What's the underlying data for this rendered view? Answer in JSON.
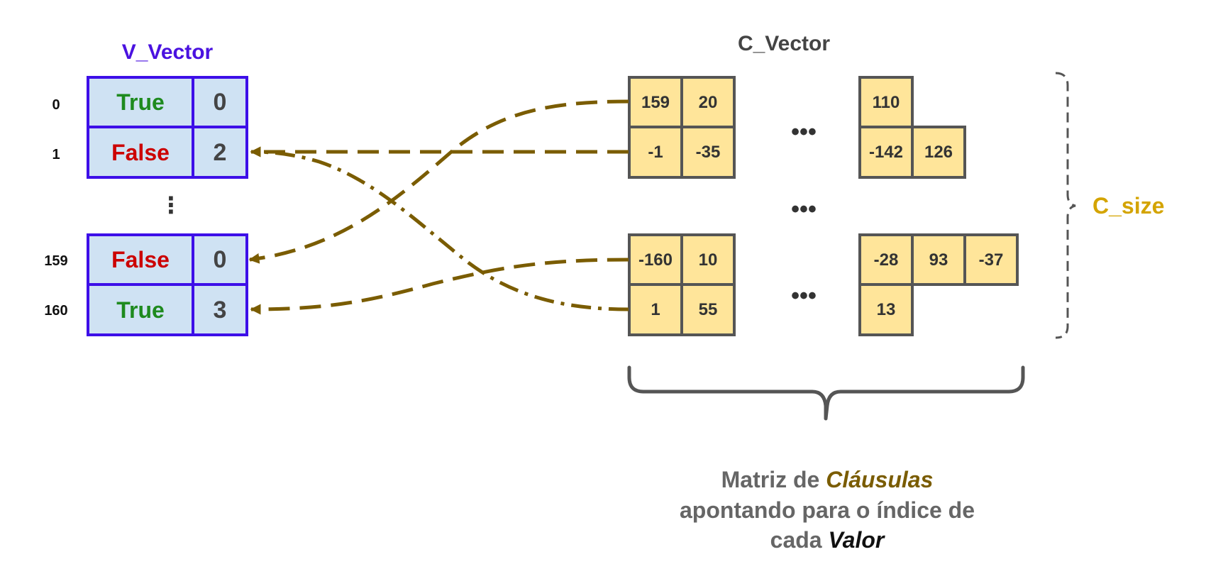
{
  "v_vector": {
    "title": "V_Vector",
    "rows": [
      {
        "index": "0",
        "value": "True",
        "count": "0"
      },
      {
        "index": "1",
        "value": "False",
        "count": "2"
      },
      {
        "index": "159",
        "value": "False",
        "count": "0"
      },
      {
        "index": "160",
        "value": "True",
        "count": "3"
      }
    ],
    "vdots": "⋮"
  },
  "c_vector": {
    "title": "C_Vector",
    "left_block": [
      [
        "159",
        "20"
      ],
      [
        "-1",
        "-35"
      ],
      [
        "-160",
        "10"
      ],
      [
        "1",
        "55"
      ]
    ],
    "right_block": [
      [
        "110"
      ],
      [
        "-142",
        "126"
      ],
      [
        "-28",
        "93",
        "-37"
      ],
      [
        "13"
      ]
    ],
    "ellipsis": "•••"
  },
  "c_size_label": "C_size",
  "caption": {
    "line1_plain": "Matriz de ",
    "line1_italic": "Cláusulas",
    "line2": "apontando para o índice de",
    "line3_plain": "cada ",
    "line3_italic": "Valor"
  },
  "colors": {
    "v_border": "#3d0fe8",
    "v_fill": "#cfe2f3",
    "v_title": "#4a12e0",
    "true_text": "#1e8a1e",
    "false_text": "#cc0000",
    "cell_fill": "#ffe59a",
    "cell_border": "#555555",
    "arrow": "#7a5c00",
    "c_size": "#d4a400",
    "caption_gray": "#666666",
    "caption_brown": "#7a5c00",
    "dark_text": "#333333"
  }
}
